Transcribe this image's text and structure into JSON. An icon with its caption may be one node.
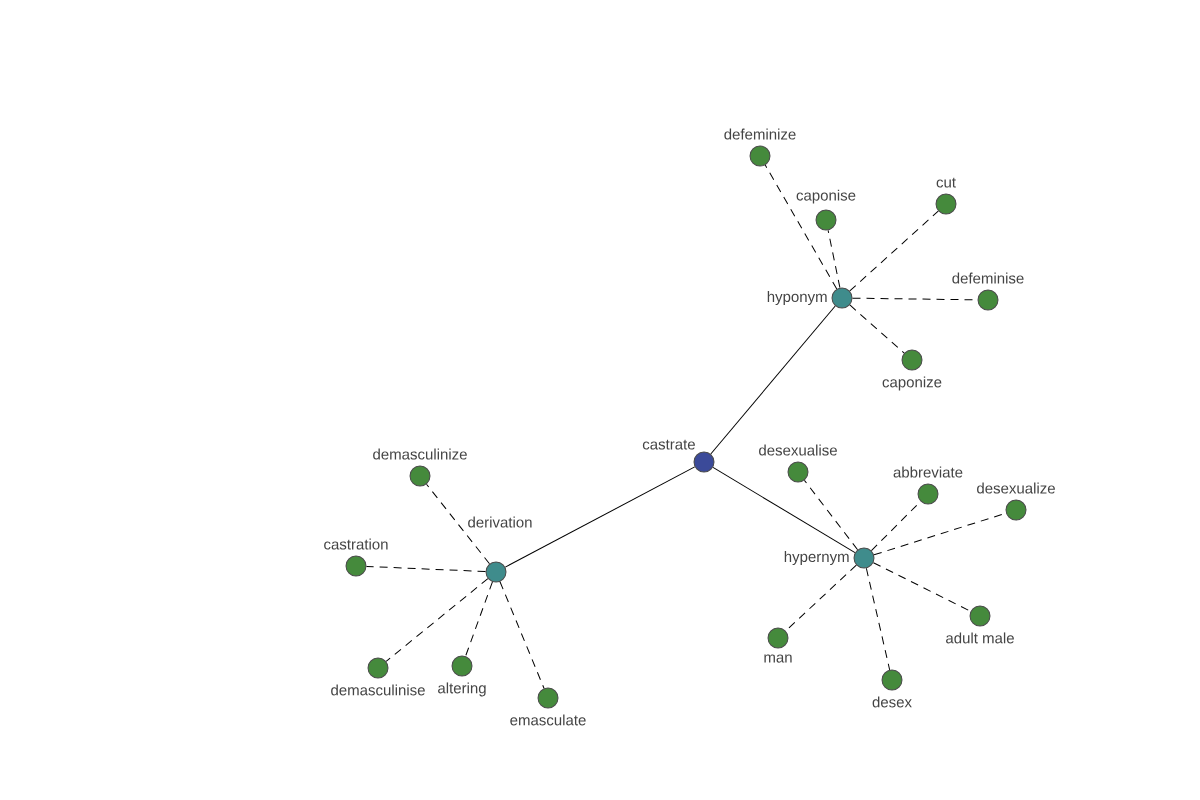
{
  "diagram": {
    "nodes": [
      {
        "text": [
          "castrate"
        ]
      },
      {
        "text": [
          "hyponym"
        ]
      },
      {
        "text": [
          "hypernym"
        ]
      },
      {
        "text": [
          "derivation"
        ]
      },
      {
        "text": [
          "defeminize"
        ]
      },
      {
        "text": [
          "caponise"
        ]
      },
      {
        "text": [
          "cut"
        ]
      },
      {
        "text": [
          "defeminise"
        ]
      },
      {
        "text": [
          "caponize"
        ]
      },
      {
        "text": [
          "desexualise"
        ]
      },
      {
        "text": [
          "abbreviate"
        ]
      },
      {
        "text": [
          "desexualize"
        ]
      },
      {
        "text": [
          "adult male"
        ]
      },
      {
        "text": [
          "desex"
        ]
      },
      {
        "text": [
          "man"
        ]
      },
      {
        "text": [
          "demasculinize"
        ]
      },
      {
        "text": [
          "castration"
        ]
      },
      {
        "text": [
          "demasculinise"
        ]
      },
      {
        "text": [
          "altering"
        ]
      },
      {
        "text": [
          "emasculate"
        ]
      }
    ],
    "edges": [
      {
        "from": 0,
        "to": 1,
        "arrow": "none"
      },
      {
        "from": 0,
        "to": 2,
        "arrow": "none"
      },
      {
        "from": 0,
        "to": 3,
        "arrow": "none"
      },
      {
        "from": 1,
        "to": 4,
        "arrow": "none",
        "style": "dashed"
      },
      {
        "from": 1,
        "to": 5,
        "arrow": "none",
        "style": "dashed"
      },
      {
        "from": 1,
        "to": 6,
        "arrow": "none",
        "style": "dashed"
      },
      {
        "from": 1,
        "to": 7,
        "arrow": "none",
        "style": "dashed"
      },
      {
        "from": 1,
        "to": 8,
        "arrow": "none",
        "style": "dashed"
      },
      {
        "from": 2,
        "to": 9,
        "arrow": "none",
        "style": "dashed"
      },
      {
        "from": 2,
        "to": 10,
        "arrow": "none",
        "style": "dashed"
      },
      {
        "from": 2,
        "to": 11,
        "arrow": "none",
        "style": "dashed"
      },
      {
        "from": 2,
        "to": 12,
        "arrow": "none",
        "style": "dashed"
      },
      {
        "from": 2,
        "to": 13,
        "arrow": "none",
        "style": "dashed"
      },
      {
        "from": 2,
        "to": 14,
        "arrow": "none",
        "style": "dashed"
      },
      {
        "from": 3,
        "to": 15,
        "arrow": "none",
        "style": "dashed"
      },
      {
        "from": 3,
        "to": 16,
        "arrow": "none",
        "style": "dashed"
      },
      {
        "from": 3,
        "to": 17,
        "arrow": "none",
        "style": "dashed"
      },
      {
        "from": 3,
        "to": 18,
        "arrow": "none",
        "style": "dashed"
      },
      {
        "from": 3,
        "to": 19,
        "arrow": "none",
        "style": "dashed"
      }
    ]
  }
}
